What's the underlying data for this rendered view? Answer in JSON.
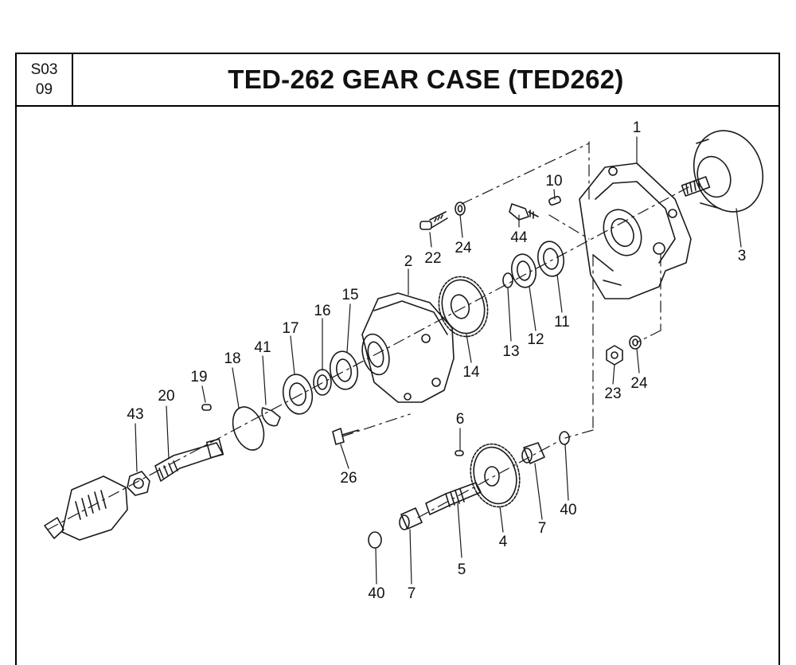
{
  "header": {
    "section_code_line1": "S03",
    "section_code_line2": "09",
    "title": "TED-262 GEAR CASE (TED262)"
  },
  "diagram": {
    "part_callouts": [
      "1",
      "2",
      "3",
      "4",
      "5",
      "6",
      "7",
      "7",
      "10",
      "11",
      "12",
      "13",
      "14",
      "15",
      "16",
      "17",
      "18",
      "19",
      "20",
      "22",
      "23",
      "24",
      "24",
      "26",
      "40",
      "40",
      "41",
      "43",
      "44"
    ]
  }
}
